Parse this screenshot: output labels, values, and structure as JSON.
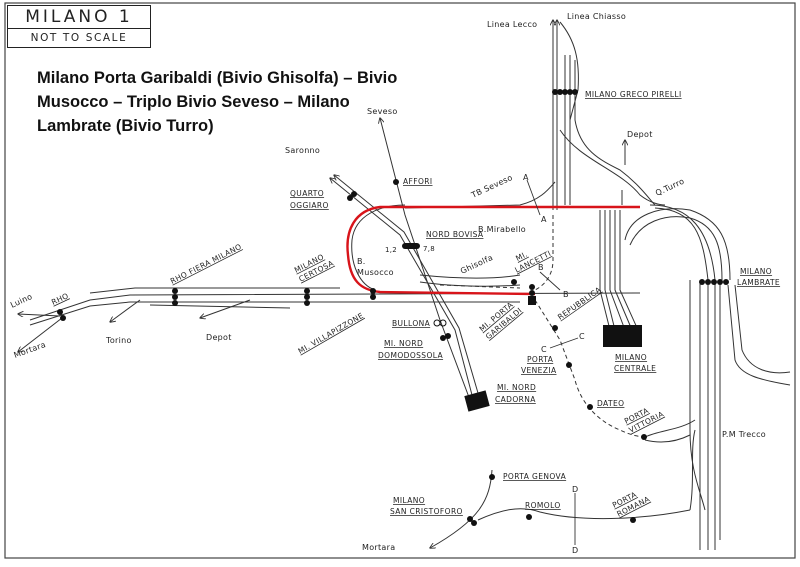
{
  "header": {
    "map_title": "MILANO 1",
    "scale_note": "NOT TO SCALE"
  },
  "route_title": {
    "line1": "Milano Porta Garibaldi (Bivio Ghisolfa) – Bivio",
    "line2": "Musocco – Triplo Bivio Seveso – Milano",
    "line3": "Lambrate (Bivio Turro)"
  },
  "colors": {
    "highlight_route": "#d8141a",
    "track": "#333333",
    "background": "#ffffff"
  },
  "stations": {
    "milano_greco_pirelli": "MILANO GRECO PIRELLI",
    "affori": "AFFORI",
    "quarto_oggiaro_1": "QUARTO",
    "quarto_oggiaro_2": "OGGIARO",
    "nord_bovisa": "NORD BOVISA",
    "rho": "RHO",
    "rho_fiera": "RHO FIERA MILANO",
    "milano_certosa_1": "MILANO",
    "milano_certosa_2": "CERTOSA",
    "mi_villapizzone": "MI. VILLAPIZZONE",
    "bullona": "BULLONA",
    "mi_nord_domodossola_1": "MI. NORD",
    "mi_nord_domodossola_2": "DOMODOSSOLA",
    "mi_nord_cadorna_1": "MI. NORD",
    "mi_nord_cadorna_2": "CADORNA",
    "mi_lancetti_1": "MI.",
    "mi_lancetti_2": "LANCETTI",
    "mi_porta_garibaldi_1": "MI. PORTA",
    "mi_porta_garibaldi_2": "GARIBALDI",
    "repubblica": "REPUBBLICA",
    "porta_venezia_1": "PORTA",
    "porta_venezia_2": "VENEZIA",
    "dateo": "DATEO",
    "porta_vittoria_1": "PORTA",
    "porta_vittoria_2": "VITTORIA",
    "milano_centrale_1": "MILANO",
    "milano_centrale_2": "CENTRALE",
    "milano_lambrate_1": "MILANO",
    "milano_lambrate_2": "LAMBRATE",
    "porta_genova": "PORTA GENOVA",
    "san_cristoforo_1": "MILANO",
    "san_cristoforo_2": "SAN CRISTOFORO",
    "romolo": "ROMOLO",
    "porta_romana_1": "PORTA",
    "porta_romana_2": "ROMANA"
  },
  "places": {
    "linea_lecco": "Linea Lecco",
    "linea_chiasso": "Linea Chiasso",
    "seveso": "Seveso",
    "saronno": "Saronno",
    "depot_north": "Depot",
    "depot_west": "Depot",
    "q_turro": "Q.Turro",
    "tb_seveso": "TB Seveso",
    "b_mirabello": "B.Mirabello",
    "b_musocco_1": "B.",
    "b_musocco_2": "Musocco",
    "ghisolfa": "Ghisolfa",
    "luino": "Luino",
    "mortara_west": "Mortara",
    "torino": "Torino",
    "pm_trecco": "P.M Trecco",
    "mortara_south": "Mortara",
    "bovisa_platforms_left": "1,2",
    "bovisa_platforms_right": "7,8"
  },
  "section_marks": {
    "a": "A",
    "b": "B",
    "c": "C",
    "d": "D"
  }
}
